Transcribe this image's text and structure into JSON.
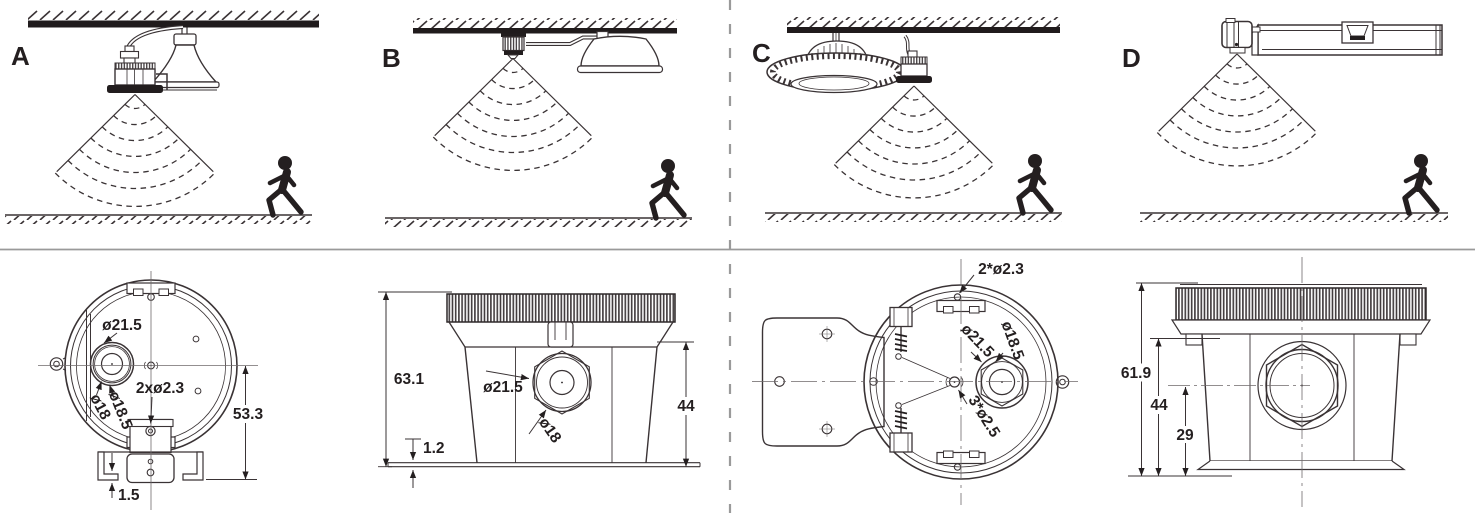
{
  "scenarios": [
    {
      "label": "A",
      "icon": "highbay-reflector-lamp-with-side-sensor"
    },
    {
      "label": "B",
      "icon": "ceiling-sensor-with-pendant-lamp"
    },
    {
      "label": "C",
      "icon": "ufo-highbay-lamp-with-side-sensor"
    },
    {
      "label": "D",
      "icon": "linear-highbay-lamp-with-end-sensor"
    }
  ],
  "icons": {
    "cone": "motion-detection-cone",
    "person": "walking-person",
    "ceiling": "hatched-ceiling",
    "ground": "hatched-ground"
  },
  "drawings": {
    "front_view": {
      "dim_lens_outer": "ø21.5",
      "dim_mount_holes": "2xø2.3",
      "dim_lens_inner": "ø18",
      "dim_lens_mid": "ø18.5",
      "dim_overall_height": "53.3",
      "dim_bracket_thickness": "1.5"
    },
    "side_view": {
      "dim_total_height": "63.1",
      "dim_lens_outer": "ø21.5",
      "dim_lens_inner": "ø18",
      "dim_body_height": "44",
      "dim_plate_thickness": "1.2"
    },
    "bracket_view": {
      "dim_mount_holes": "2*ø2.3",
      "dim_lens_outer": "ø21.5",
      "dim_lens_mid": "ø18.5",
      "dim_small_holes": "3*ø2.5"
    },
    "side_view_2": {
      "dim_total_height": "61.9",
      "dim_body_height": "44",
      "dim_lens_center_height": "29"
    }
  },
  "colors": {
    "line": "#3a3335",
    "text": "#241f20",
    "divider": "#9a9a9a"
  }
}
